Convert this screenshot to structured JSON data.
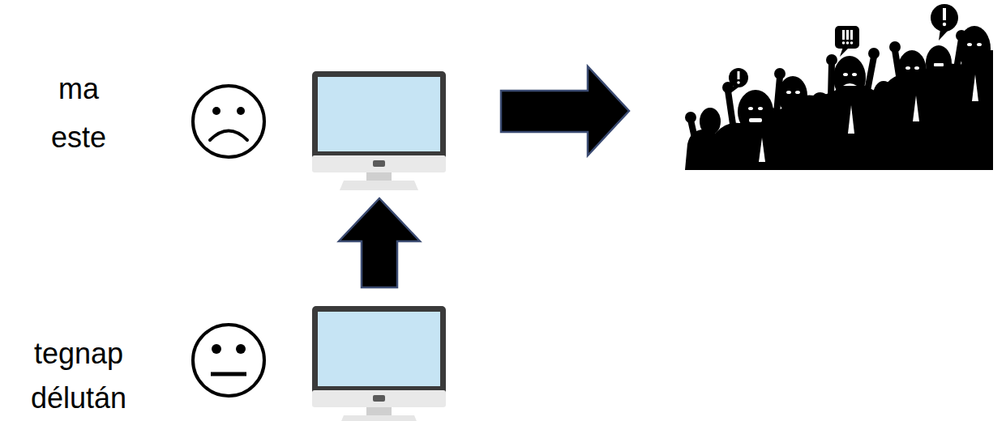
{
  "diagram": {
    "nodes": [
      {
        "text": [
          "ma este"
        ]
      },
      {
        "text": [
          "tegnap délután"
        ]
      }
    ],
    "edges": [
      {
        "from": 1,
        "to": 0,
        "arrow": "to"
      }
    ]
  }
}
